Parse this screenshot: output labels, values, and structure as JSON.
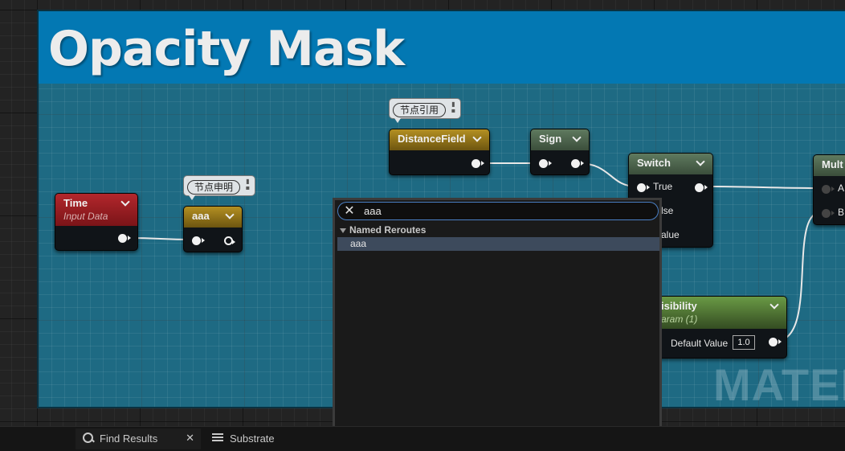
{
  "comment": {
    "title": "Opacity Mask"
  },
  "watermark": "MATER",
  "nodes": {
    "time": {
      "title": "Time",
      "subtitle": "Input Data"
    },
    "aaa_declaration": {
      "title": "aaa",
      "bubble": "节点申明"
    },
    "distance_field": {
      "title": "DistanceField",
      "bubble": "节点引用"
    },
    "sign": {
      "title": "Sign"
    },
    "switch": {
      "title": "Switch",
      "pins": [
        "True",
        "lse",
        "alue"
      ]
    },
    "multiply": {
      "title": "Mult",
      "pins": [
        "A",
        "B"
      ]
    },
    "visibility": {
      "title": "isibility",
      "subtitle": "aram (1)",
      "default_label": "Default Value",
      "default_value": "1.0"
    }
  },
  "search_popup": {
    "query": "aaa",
    "category": "Named Reroutes",
    "results": [
      "aaa"
    ]
  },
  "tabs": [
    {
      "label": "Find Results",
      "icon": "search-icon"
    },
    {
      "label": "Substrate",
      "icon": "list-icon"
    }
  ]
}
